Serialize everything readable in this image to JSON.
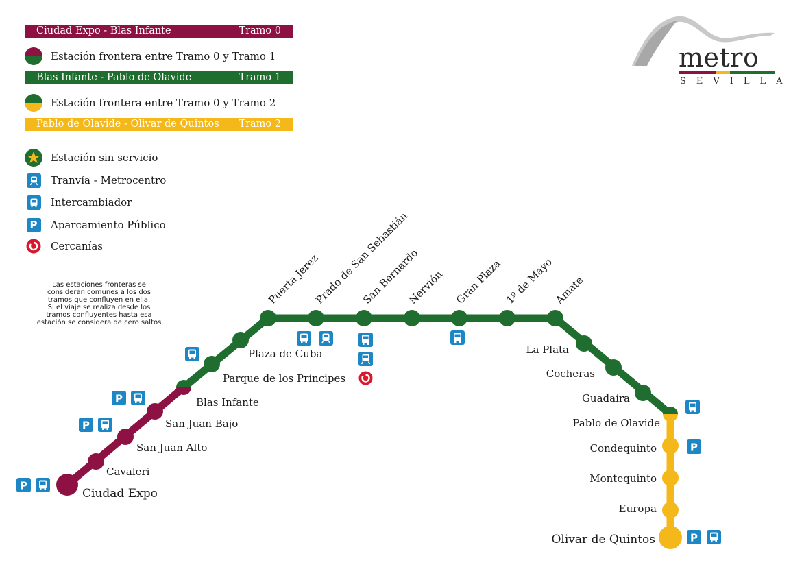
{
  "legend": {
    "tramo0": {
      "name": "Ciudad Expo - Blas Infante",
      "tag": "Tramo 0",
      "color": "#8e1144"
    },
    "frontier01": "Estación frontera entre Tramo 0 y Tramo 1",
    "tramo1": {
      "name": "Blas Infante - Pablo de Olavide",
      "tag": "Tramo 1",
      "color": "#1f6e2f"
    },
    "frontier02": "Estación frontera entre Tramo 0 y Tramo 2",
    "tramo2": {
      "name": "Pablo de Olavide - Olivar de Quintos",
      "tag": "Tramo 2",
      "color": "#f5b81a"
    },
    "symbols": {
      "no_service": "Estación sin servicio",
      "tram": "Tranvía - Metrocentro",
      "bus": "Intercambiador",
      "parking": "Aparcamiento Público",
      "cercanias": "Cercanías"
    }
  },
  "note": [
    "Las estaciones fronteras se",
    "consideran comunes a los dos",
    "tramos que confluyen en ella.",
    "Si el viaje se realiza desde los",
    "tramos confluyentes hasta esa",
    "estación se considera de cero saltos"
  ],
  "logo": {
    "word": "metro",
    "sub": "SEVILLA",
    "colors": [
      "#8e1144",
      "#f5b81a",
      "#1f6e2f"
    ]
  },
  "stations": {
    "ciudad_expo": "Ciudad Expo",
    "cavaleri": "Cavaleri",
    "san_juan_alto": "San Juan Alto",
    "san_juan_bajo": "San Juan Bajo",
    "blas_infante": "Blas Infante",
    "parque_principes": "Parque de los Príncipes",
    "plaza_cuba": "Plaza de Cuba",
    "puerta_jerez": "Puerta Jerez",
    "prado": "Prado de San Sebastián",
    "san_bernardo": "San Bernardo",
    "nervion": "Nervión",
    "gran_plaza": "Gran Plaza",
    "primero_mayo": "1º de Mayo",
    "amate": "Amate",
    "la_plata": "La Plata",
    "cocheras": "Cocheras",
    "guadaira": "Guadaíra",
    "pablo_olavide": "Pablo de Olavide",
    "condequinto": "Condequinto",
    "montequinto": "Montequinto",
    "europa": "Europa",
    "olivar_quintos": "Olivar de Quintos"
  }
}
